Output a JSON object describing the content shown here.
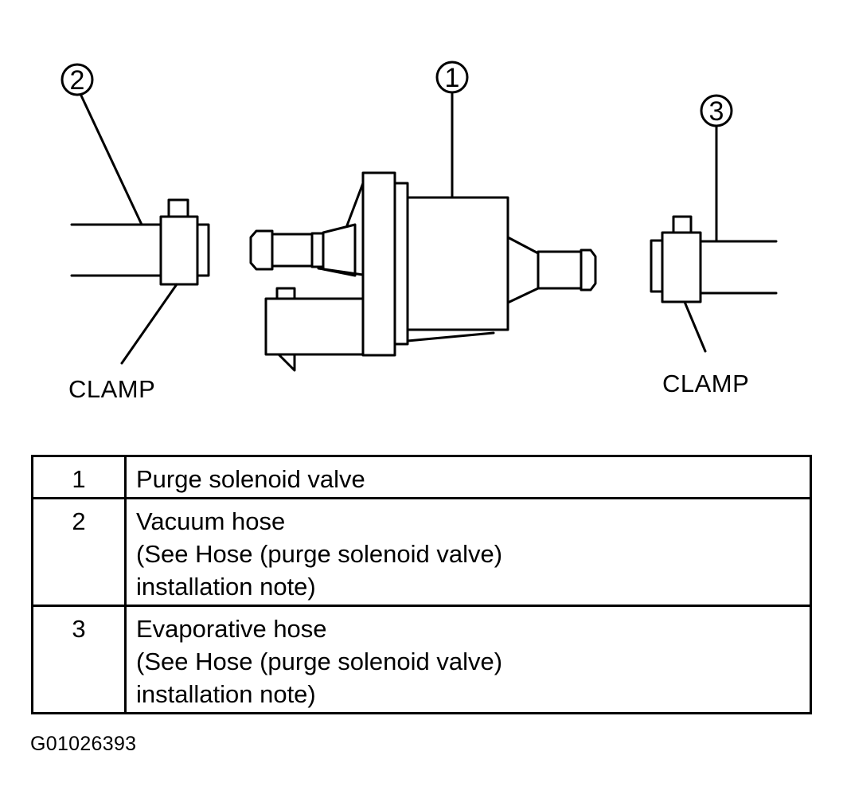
{
  "diagram": {
    "callouts": [
      {
        "number": "1",
        "part": "purge-solenoid-valve"
      },
      {
        "number": "2",
        "part": "vacuum-hose"
      },
      {
        "number": "3",
        "part": "evaporative-hose"
      }
    ],
    "clamp_label_left": "CLAMP",
    "clamp_label_right": "CLAMP"
  },
  "legend": {
    "rows": [
      {
        "number": "1",
        "lines": [
          "Purge solenoid valve"
        ]
      },
      {
        "number": "2",
        "lines": [
          "Vacuum hose",
          "(See Hose (purge solenoid valve)",
          "installation note)"
        ]
      },
      {
        "number": "3",
        "lines": [
          "Evaporative hose",
          "(See Hose (purge solenoid valve)",
          "installation note)"
        ]
      }
    ]
  },
  "figure_id": "G01026393"
}
